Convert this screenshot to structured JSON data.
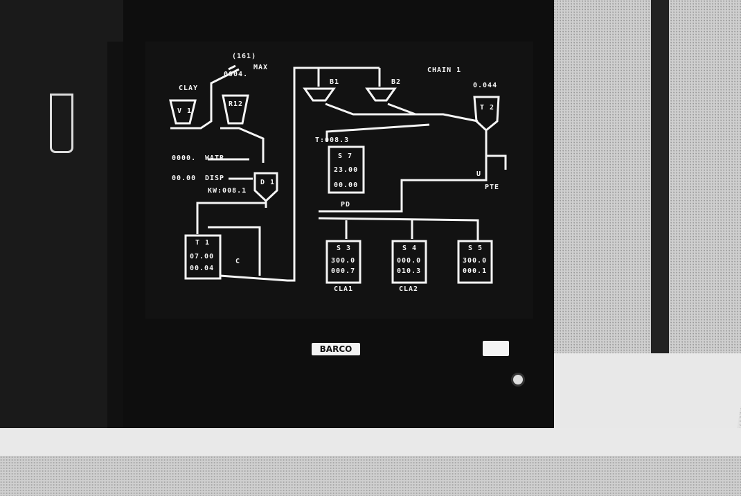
{
  "scene": {
    "brand": "BARCO"
  },
  "display": {
    "title_left": "(161)",
    "chain_label": "CHAIN 1",
    "max_label": "MAX",
    "tank_t2_value": "0.044",
    "clay_label": "CLAY",
    "v1": "V 1",
    "r12": "R12",
    "value_top": "0004.",
    "water_value": "0000.",
    "water_label": "WATR",
    "disp_value": "00.00",
    "disp_label": "DISP",
    "kw_value": "KW:008.1",
    "d_label": "D 1",
    "b1": "B1",
    "b2": "B2",
    "t2": "T 2",
    "timer": "T:008.3",
    "s7": "S 7",
    "s7_v1": "23.00",
    "s7_v2": "00.00",
    "pd_label": "PD",
    "t1": "T 1",
    "t1_v1": "07.00",
    "t1_v2": "00.04",
    "c_label": "C",
    "s3": "S 3",
    "s3_v1": "300.0",
    "s3_v2": "000.7",
    "cla1": "CLA1",
    "s4": "S 4",
    "s4_v1": "000.0",
    "s4_v2": "010.3",
    "cla2": "CLA2",
    "s5": "S 5",
    "s5_v1": "300.0",
    "s5_v2": "000.1",
    "u_label": "U",
    "pte_label": "PTE"
  },
  "colors": {
    "screen_bg": "#121212",
    "line": "#f5f5f5"
  }
}
